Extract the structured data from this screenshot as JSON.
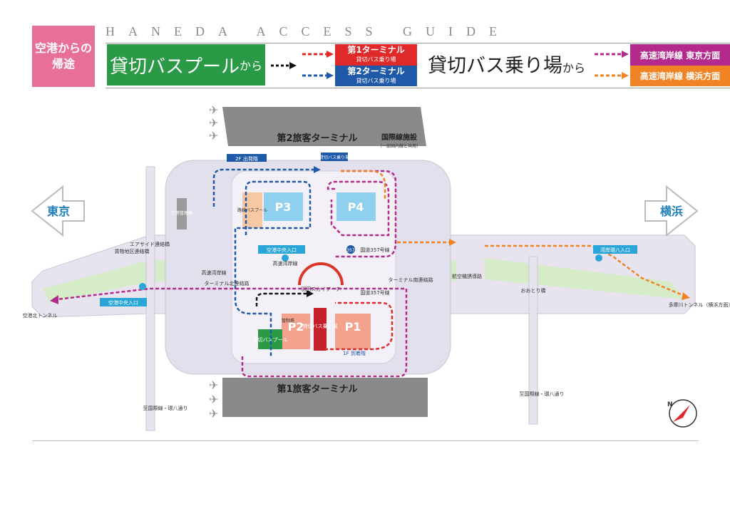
{
  "header": {
    "title": "HANEDA ACCESS GUIDE",
    "return_box": "空港からの帰途",
    "pool_label_main": "貸切バスプール",
    "pool_label_suffix": "から",
    "boarding_main": "貸切バス乗り場",
    "boarding_suffix": "から",
    "t1": {
      "main": "第1ターミナル",
      "sub": "貸切バス乗り場"
    },
    "t2": {
      "main": "第2ターミナル",
      "sub": "貸切バス乗り場"
    },
    "route_tokyo": "高速湾岸線 東京方面",
    "route_yokohama": "高速湾岸線 横浜方面"
  },
  "colors": {
    "green": "#2a9a46",
    "red": "#e02a2a",
    "blue": "#1f5aa8",
    "magenta": "#b42a8c",
    "orange": "#f08424",
    "pink": "#e86f9a",
    "road": "#e4e1ee",
    "terminal": "#7d7d7d",
    "parking": "#8fd0ee"
  },
  "map": {
    "terminal2": "第2旅客ターミナル",
    "terminal1": "第1旅客ターミナル",
    "intl": "国際線施設",
    "intl_note": "（一部国内線と共用）",
    "dept_2f": "2F 出発階",
    "charter_stop_t2": "貸切バス乗り場",
    "tokyo": "東京",
    "yokohama": "横浜",
    "p1": "P1",
    "p2": "P2",
    "p3": "P3",
    "p4": "P4",
    "route_bus": "路線バスプール",
    "airport_office": "空港管理棟",
    "airport_center_entrance": "空港中央入口",
    "airport_center_entrance_west": "空港中央入口",
    "wangan_line": "高速湾岸線",
    "wangan_line_2": "高速湾岸線",
    "route357": "357",
    "kokudo357": "国道357号線",
    "kokudo357_2": "国道357号線",
    "skyarch": "羽田スカイアーチ",
    "aircraft_road": "航空機誘導路",
    "cargo_bridge": "貨物地区連絡橋",
    "airside_bridge": "エアサイド連絡橋",
    "term_north": "ターミナル北連絡路",
    "term_south": "ターミナル南連絡路",
    "wangan_kan8": "湾岸環八入口",
    "tamagawa_tunnel": "多摩川トンネル（横浜方面）",
    "airport_north_tunnel": "空港北トンネル",
    "ootori_bridge": "おおとり橋",
    "kanpachi_west": "至国際線・環八通り",
    "kanpachi_east": "至国際線・環八通り",
    "charter_pool": "貸切バスプール",
    "charter_stop_t1": "貸切バス乗り場",
    "arrival_1f": "1F 到着階",
    "control_area": "管制塔",
    "north_mark": "N"
  }
}
